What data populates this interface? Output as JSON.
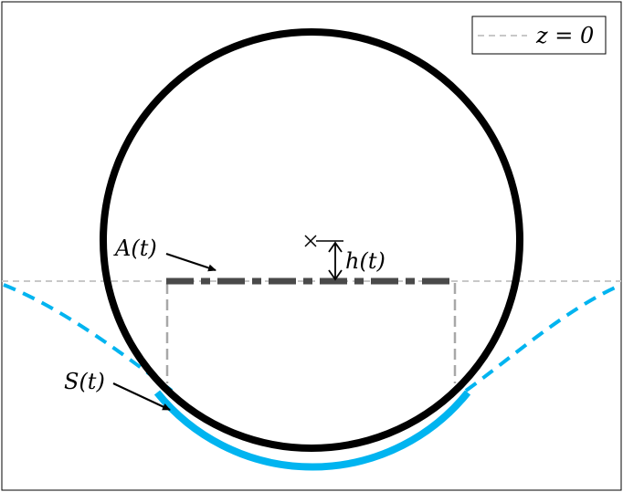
{
  "legend": {
    "label": "z = 0",
    "line_color": "#c8c8c8"
  },
  "labels": {
    "contact_area": "A(t)",
    "center_height": "h(t)",
    "surface": "S(t)"
  },
  "colors": {
    "sphere": "#000000",
    "surface_curve": "#00b4f0",
    "contact_line": "#4a4a4a",
    "guide_lines": "#a8a8a8",
    "frame": "#000000"
  },
  "icons": {
    "center_marker": "cross-marker-icon",
    "height_arrow": "double-arrow-icon"
  }
}
